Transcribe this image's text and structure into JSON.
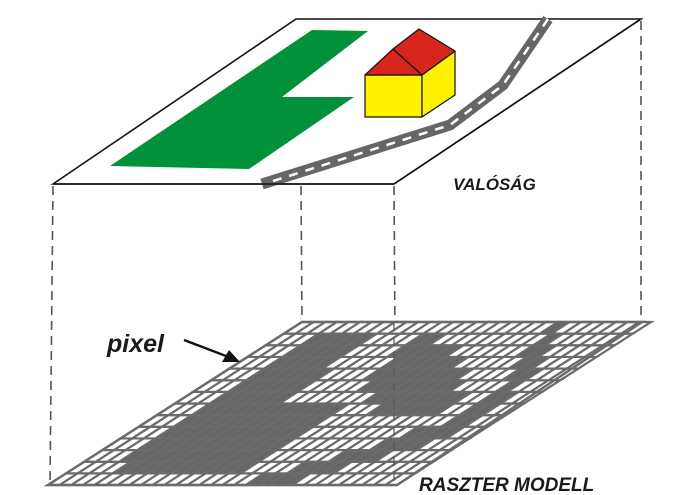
{
  "labels": {
    "reality": "VALÓSÁG",
    "pixel": "pixel",
    "raster_model": "RASZTER MODELL"
  },
  "colors": {
    "field": "#00913a",
    "roof": "#d9261c",
    "wall": "#fff200",
    "road": "#666666",
    "grid_line": "#6b6b6b",
    "grid_dark": "#666666",
    "outline": "#111111"
  },
  "raster": {
    "rows": 14,
    "cols": 30
  }
}
